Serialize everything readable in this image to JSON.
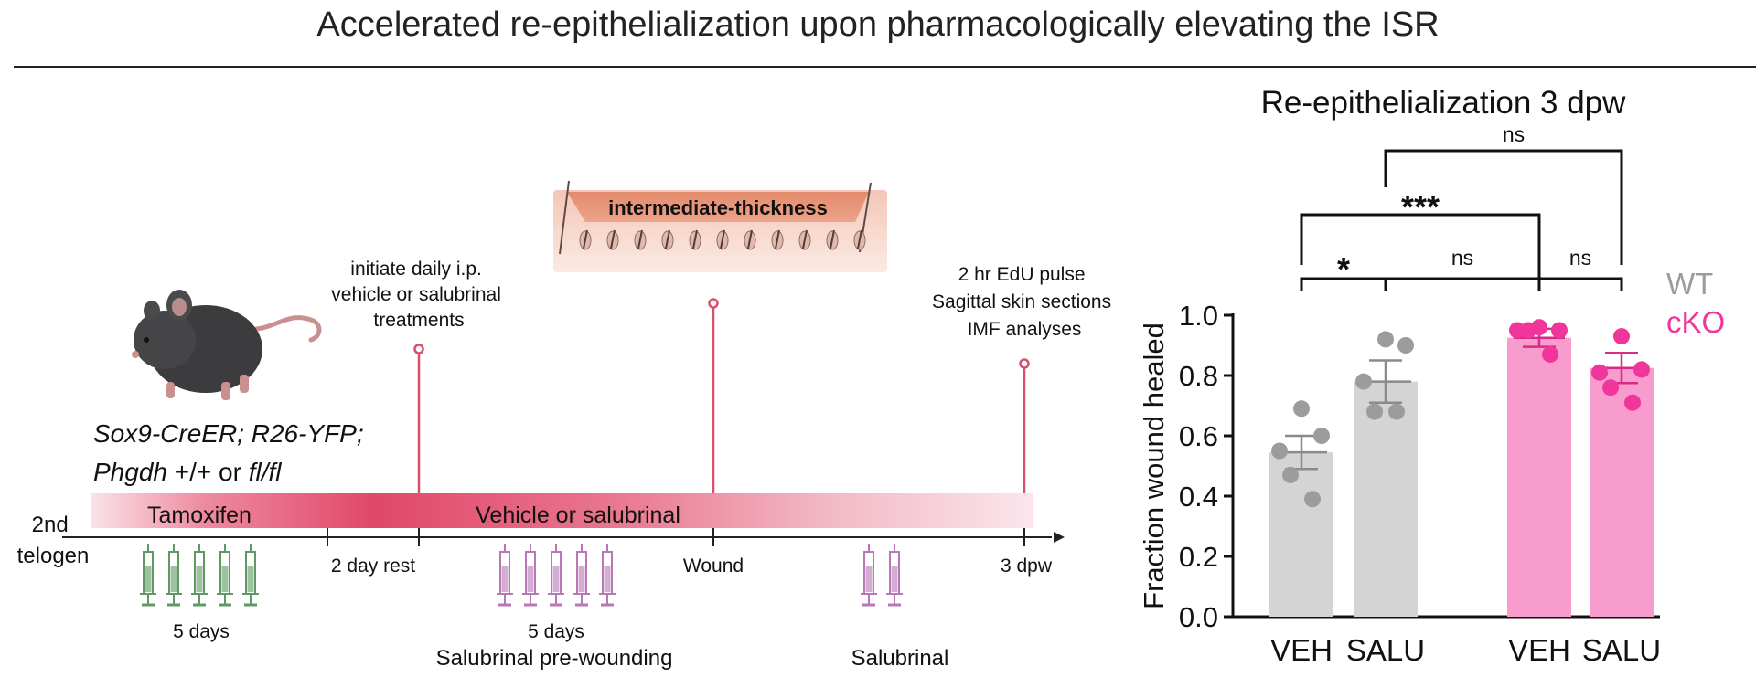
{
  "title": "Accelerated re-epithelialization upon pharmacologically elevating the ISR",
  "timeline": {
    "start_label": [
      "2nd",
      "telogen"
    ],
    "bar_labels": [
      "Tamoxifen",
      "Vehicle or salubrinal"
    ],
    "ticks": [
      "2 day rest",
      "Wound",
      "3 dpw"
    ],
    "groups": [
      {
        "label": "5 days",
        "syringes": 5,
        "color": "#5e9a62"
      },
      {
        "label": "5 days",
        "sub": "Salubrinal pre-wounding",
        "syringes": 5,
        "color": "#b877b5"
      },
      {
        "label": "Salubrinal",
        "syringes": 2,
        "color": "#b877b5"
      }
    ],
    "lollipop_color": "#d9506f",
    "events": [
      {
        "lines": [
          "initiate daily i.p.",
          "vehicle or salubrinal",
          "treatments"
        ]
      },
      {
        "lines": [
          "intermediate-thickness"
        ]
      },
      {
        "lines": [
          "2 hr EdU pulse",
          "Sagittal skin sections",
          "IMF analyses"
        ]
      }
    ],
    "genotype": {
      "line1": "Sox9-CreER; R26-YFP;",
      "line2_a": "Phgdh",
      "line2_b": " +/+ or ",
      "line2_c": "fl/fl"
    }
  },
  "chart_data": {
    "type": "bar",
    "title": "Re-epithelialization 3 dpw",
    "ylabel": "Fraction wound healed",
    "ylim": [
      0,
      1.0
    ],
    "yticks": [
      "0.0",
      "0.2",
      "0.4",
      "0.6",
      "0.8",
      "1.0"
    ],
    "categories": [
      "VEH",
      "SALU",
      "VEH",
      "SALU"
    ],
    "groups": [
      "WT",
      "WT",
      "cKO",
      "cKO"
    ],
    "values": [
      0.545,
      0.78,
      0.925,
      0.825
    ],
    "sem": [
      0.055,
      0.07,
      0.03,
      0.05
    ],
    "points": [
      [
        0.69,
        0.6,
        0.55,
        0.47,
        0.39
      ],
      [
        0.92,
        0.9,
        0.78,
        0.68,
        0.68
      ],
      [
        0.96,
        0.95,
        0.95,
        0.95,
        0.87
      ],
      [
        0.93,
        0.82,
        0.81,
        0.76,
        0.71
      ]
    ],
    "legend": [
      {
        "name": "WT",
        "color": "#9c9c9c"
      },
      {
        "name": "cKO",
        "color": "#f0359b"
      }
    ],
    "bar_colors": [
      "#d4d4d4",
      "#d4d4d4",
      "#f79ccc",
      "#f79ccc"
    ],
    "dot_colors": [
      "#9c9c9c",
      "#9c9c9c",
      "#f0359b",
      "#f0359b"
    ],
    "significance": [
      {
        "from": 0,
        "to": 1,
        "label": "*"
      },
      {
        "from": 1,
        "to": 2,
        "label": "ns"
      },
      {
        "from": 2,
        "to": 3,
        "label": "ns"
      },
      {
        "from": 0,
        "to": 2,
        "label": "***"
      },
      {
        "from": 1,
        "to": 3,
        "label": "ns"
      }
    ]
  }
}
